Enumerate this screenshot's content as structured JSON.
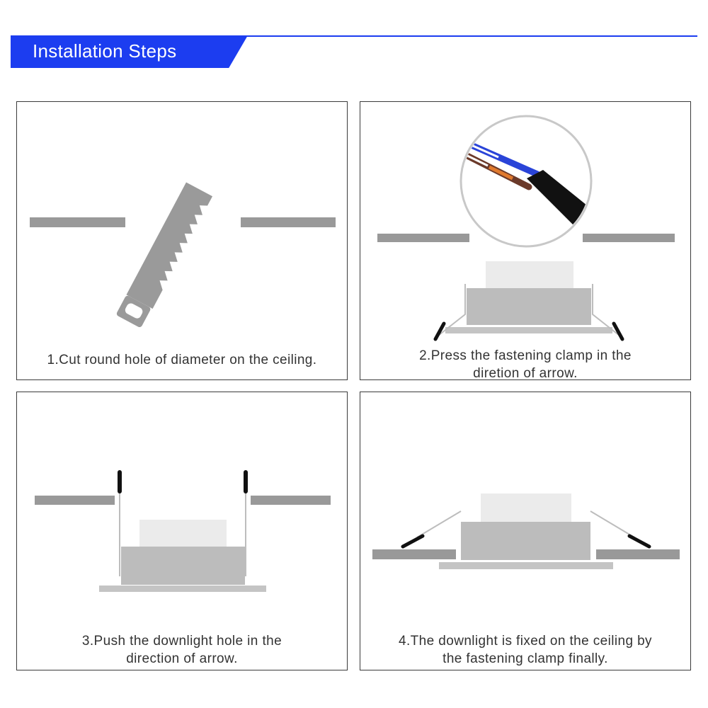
{
  "header": {
    "title": "Installation Steps",
    "accent_color": "#1c3df0"
  },
  "steps": [
    {
      "caption": "1.Cut round hole of diameter on the ceiling.",
      "icon": "saw-icon"
    },
    {
      "caption_line1": "2.Press the fastening clamp in the",
      "caption_line2": "diretion of arrow.",
      "icon": "cable-icon"
    },
    {
      "caption_line1": "3.Push the downlight hole in the",
      "caption_line2": "direction of arrow."
    },
    {
      "caption_line1": "4.The downlight is fixed on the ceiling by",
      "caption_line2": "the fastening clamp finally."
    }
  ],
  "colors": {
    "ceiling": "#999999",
    "lamp_body": "#bcbcbc",
    "lamp_top": "#ebebeb",
    "clamp_tip": "#111111",
    "cable_jacket": "#111111",
    "wire_blue": "#2a44d8",
    "wire_brown": "#6b3a2a",
    "wire_orange": "#e07a2e"
  }
}
